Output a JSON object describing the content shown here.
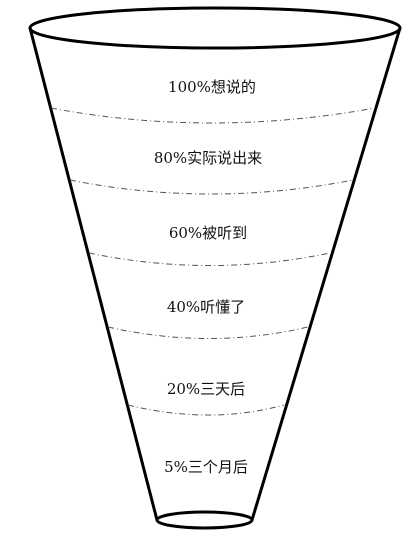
{
  "diagram": {
    "type": "funnel",
    "colors": {
      "outline": "#000000",
      "divider": "#555555",
      "text": "#111111",
      "background": "#ffffff"
    },
    "stages": [
      {
        "label": "100%想说的",
        "percent": 100
      },
      {
        "label": "80%实际说出来",
        "percent": 80
      },
      {
        "label": "60%被听到",
        "percent": 60
      },
      {
        "label": "40%听懂了",
        "percent": 40
      },
      {
        "label": "20%三天后",
        "percent": 20
      },
      {
        "label": "5%三个月后",
        "percent": 5
      }
    ]
  }
}
